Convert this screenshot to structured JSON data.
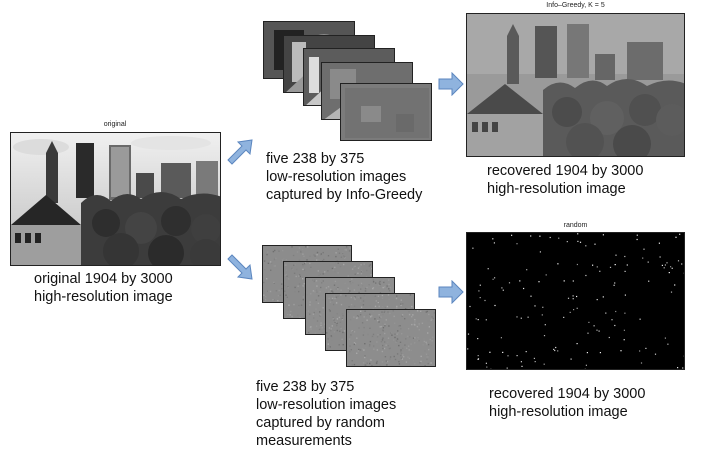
{
  "original_image": {
    "title": "original",
    "caption_line1": "original 1904 by 3000",
    "caption_line2": "high-resolution image"
  },
  "greedy_measurements": {
    "caption_line1": "five 238 by 375",
    "caption_line2": "low-resolution images",
    "caption_line3": "captured by Info-Greedy"
  },
  "greedy_recovered": {
    "title": "Info–Greedy, K = 5",
    "caption_line1": "recovered 1904 by 3000",
    "caption_line2": "high-resolution image"
  },
  "random_measurements": {
    "caption_line1": "five 238 by 375",
    "caption_line2": "low-resolution images",
    "caption_line3": "captured by random",
    "caption_line4": "measurements"
  },
  "random_recovered": {
    "title": "random",
    "caption_line1": "recovered 1904 by 3000",
    "caption_line2": "high-resolution image"
  },
  "colors": {
    "arrow_fill": "#8fb3de",
    "arrow_stroke": "#5b86bf",
    "noise_gray": "#8c8c8c",
    "black_image": "#000000"
  }
}
